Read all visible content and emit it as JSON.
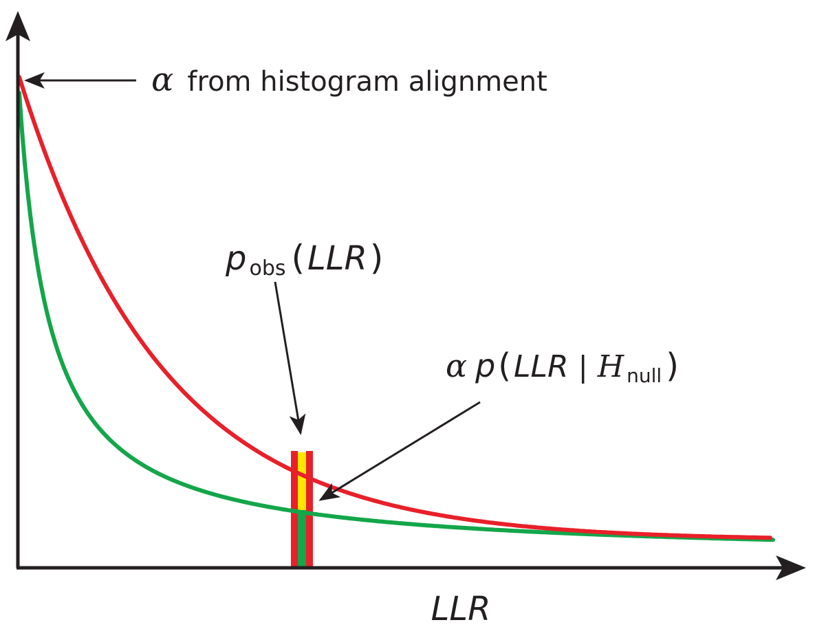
{
  "annotation_top": {
    "symbol": "α",
    "text": "from histogram alignment"
  },
  "annotation_obs": {
    "p": "p",
    "sub": "obs",
    "open": "(",
    "arg": "LLR",
    "close": ")"
  },
  "annotation_null": {
    "alpha": "α",
    "p": "p",
    "open": "(",
    "arg": "LLR",
    "bar": "|",
    "H": "H",
    "sub": "null",
    "close": ")"
  },
  "x_axis_label": "LLR",
  "colors": {
    "observed_curve": "#e8202a",
    "null_curve": "#13a64a",
    "highlight": "#ffe600",
    "axis": "#231f20"
  }
}
